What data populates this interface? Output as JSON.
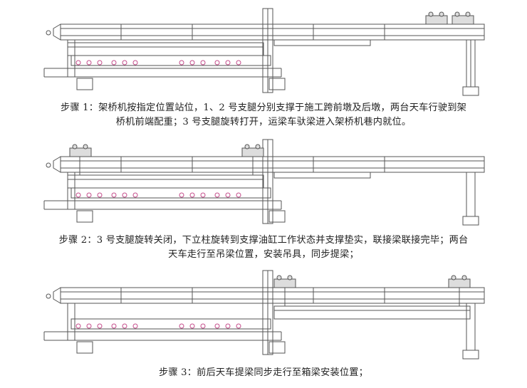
{
  "steps": [
    {
      "lines": [
        "步骤 1：架桥机按指定位置站位，1、2 号支腿分别支撑于施工跨前墩及后墩，两台天车行驶到架",
        "桥机前端配重；3 号支腿旋转打开，运梁车驮梁进入架桥机巷内就位。"
      ],
      "trolleys": "front",
      "beam": "on-carrier"
    },
    {
      "lines": [
        "步骤 2：3 号支腿旋转关闭，下立柱旋转到支撑油缸工作状态并支撑垫实，联接梁联接完毕；两台",
        "天车走行至吊梁位置，安装吊具，同步提梁；"
      ],
      "trolleys": "rear",
      "beam": "lifted"
    },
    {
      "lines": [
        "步骤 3：前后天车提梁同步走行至箱梁安装位置；"
      ],
      "trolleys": "install",
      "beam": "moved"
    }
  ]
}
